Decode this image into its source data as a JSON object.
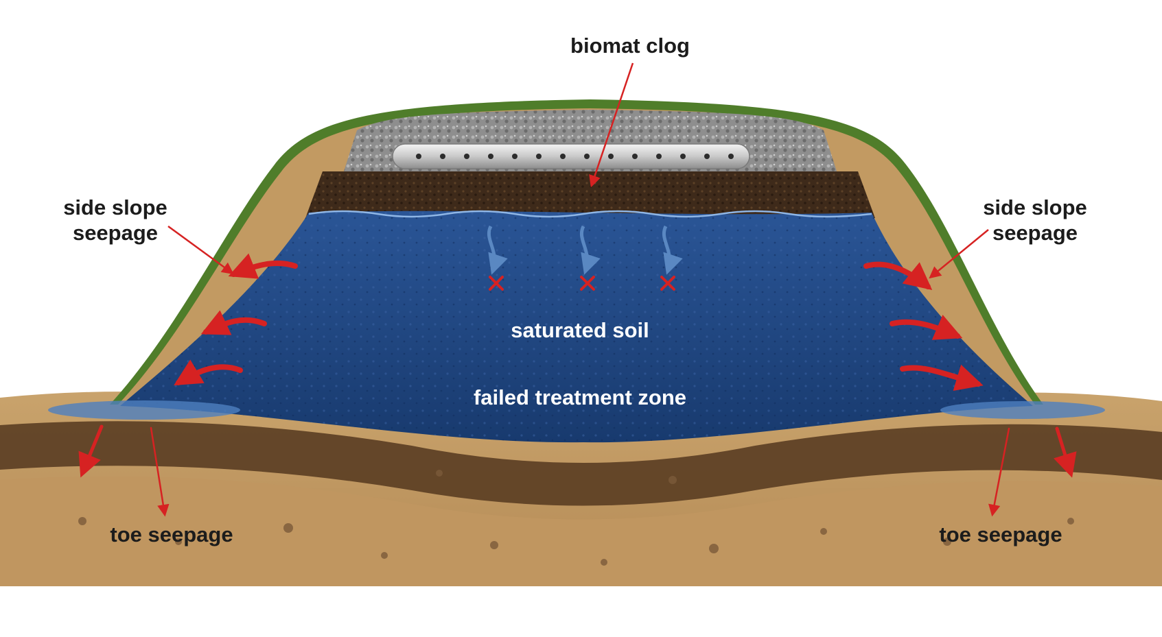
{
  "labels": {
    "biomat_clog": "biomat clog",
    "side_slope_left_line1": "side slope",
    "side_slope_left_line2": "seepage",
    "side_slope_right_line1": "side slope",
    "side_slope_right_line2": "seepage",
    "saturated_soil": "saturated soil",
    "failed_zone": "failed treatment zone",
    "toe_seepage_left": "toe seepage",
    "toe_seepage_right": "toe seepage"
  },
  "colors": {
    "annotation_red": "#d62222",
    "water_blue": "#1f4682",
    "grass_green": "#4f7d2a",
    "sand_tan": "#c29a62",
    "topsoil_brown": "#4a3320",
    "gravel_grey": "#8a8a8a"
  },
  "icons": [
    "perforated-pipe-icon",
    "blocked-x-icon",
    "flow-arrow-icon"
  ]
}
